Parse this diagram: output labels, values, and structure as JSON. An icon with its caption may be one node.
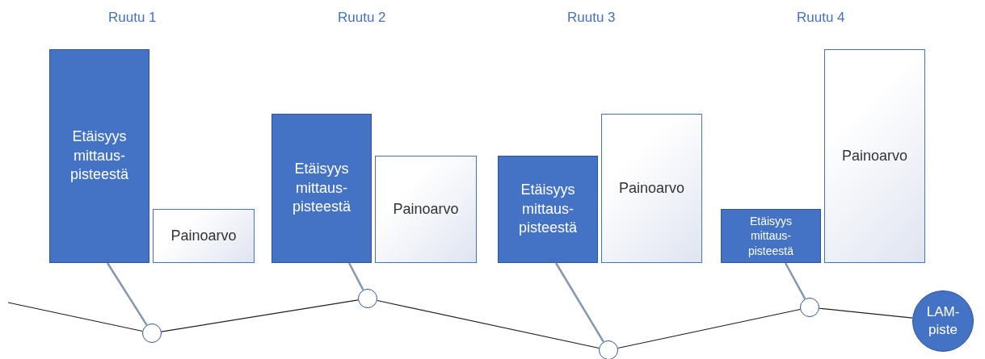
{
  "diagram": {
    "nodes": [
      {
        "text": [
          "Etäisyys mittaus-pisteestä"
        ]
      },
      {
        "text": [
          "Painoarvo"
        ]
      },
      {
        "text": [
          "Etäisyys mittaus-pisteestä"
        ]
      },
      {
        "text": [
          "Painoarvo"
        ]
      },
      {
        "text": [
          "Etäisyys mittaus-pisteestä"
        ]
      },
      {
        "text": [
          "Painoarvo"
        ]
      },
      {
        "text": [
          "Etäisyys mittaus-pisteestä"
        ]
      },
      {
        "text": [
          "Painoarvo"
        ]
      },
      {
        "text": [],
        "shape": "circle"
      },
      {
        "text": [],
        "shape": "circle"
      },
      {
        "text": [],
        "shape": "circle"
      },
      {
        "text": [],
        "shape": "circle"
      },
      {
        "text": [
          "LAM-piste"
        ]
      }
    ],
    "edges": [
      {
        "from": 0,
        "to": 8,
        "arrow": "none",
        "color": "#8497b0"
      },
      {
        "from": 2,
        "to": 9,
        "arrow": "none",
        "color": "#8497b0"
      },
      {
        "from": 4,
        "to": 10,
        "arrow": "none",
        "color": "#8497b0"
      },
      {
        "from": 6,
        "to": 11,
        "arrow": "none",
        "color": "#8497b0"
      },
      {
        "from": null,
        "to": 8,
        "arrow": "none"
      },
      {
        "from": 8,
        "to": 9,
        "arrow": "none"
      },
      {
        "from": 9,
        "to": 10,
        "arrow": "none"
      },
      {
        "from": 10,
        "to": 11,
        "arrow": "none"
      },
      {
        "from": 11,
        "to": 12,
        "arrow": "none"
      }
    ],
    "labels": [
      "Ruutu 1",
      "Ruutu 2",
      "Ruutu 3",
      "Ruutu 4"
    ]
  }
}
